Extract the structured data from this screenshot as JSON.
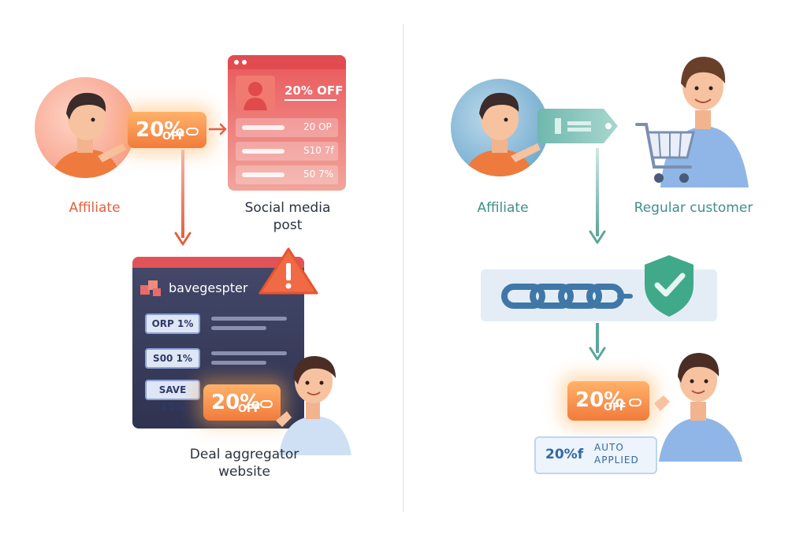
{
  "left": {
    "affiliate_label": "Affiliate",
    "tag_value": "20%",
    "tag_suffix": "OFF",
    "social_label_line1": "Social media",
    "social_label_line2": "post",
    "social_header": "20% OFF",
    "social_rows": [
      "20 OP",
      "S10 7f",
      "50 7%"
    ],
    "aggregator_brand": "bavegespter",
    "aggregator_rows": [
      "ORP 1%",
      "S00 1%",
      "SAVE 15%"
    ],
    "aggregator_tag_value": "20%",
    "aggregator_tag_suffix": "OFF",
    "aggregator_label_line1": "Deal aggregator",
    "aggregator_label_line2": "website",
    "warning_icon": "warning-triangle-icon"
  },
  "right": {
    "affiliate_label": "Affiliate",
    "customer_label": "Regular customer",
    "tag_value": "20%",
    "tag_suffix": "OFF",
    "auto_value": "20%f",
    "auto_line1": "AUTO",
    "auto_line2": "APPLIED",
    "link_icon": "chain-link-icon",
    "shield_icon": "shield-check-icon",
    "cart_icon": "shopping-cart-icon"
  },
  "colors": {
    "orange": "#e4603f",
    "teal": "#3f8f8a",
    "social_red": "#e3545a",
    "aggregator_dark": "#3a3f5c",
    "shield_green": "#3fa98a"
  }
}
